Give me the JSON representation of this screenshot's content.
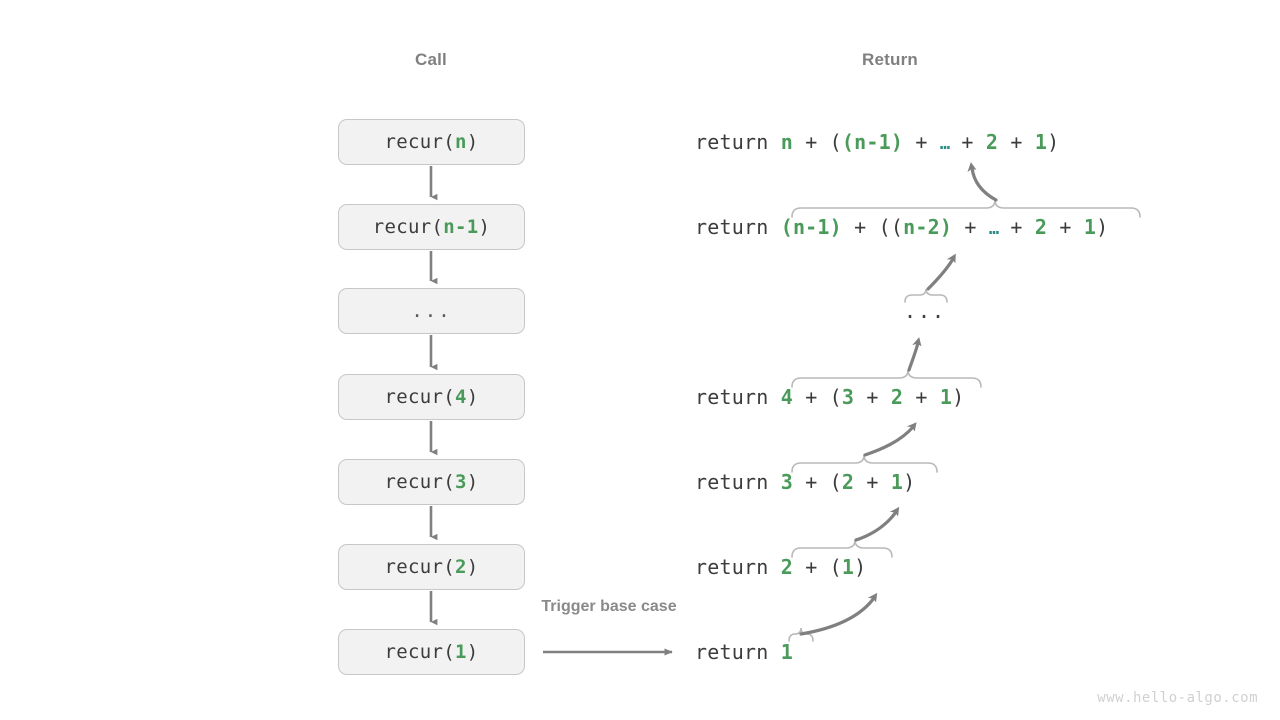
{
  "headers": {
    "call": "Call",
    "return": "Return"
  },
  "colors": {
    "accent_green": "#4a9a5a",
    "accent_teal": "#2a8a85",
    "box_fill": "#f2f2f2",
    "box_border": "#c7c7c7",
    "arrow": "#808080",
    "brace": "#b9b9b9",
    "text": "#3c3c3c",
    "header_text": "#808080",
    "watermark": "#d0d0d0"
  },
  "call_stack": [
    {
      "prefix": "recur(",
      "arg": "n",
      "suffix": ")",
      "is_ellipsis": false
    },
    {
      "prefix": "recur(",
      "arg": "n-1",
      "suffix": ")",
      "is_ellipsis": false
    },
    {
      "prefix": "",
      "arg": "...",
      "suffix": "",
      "is_ellipsis": true
    },
    {
      "prefix": "recur(",
      "arg": "4",
      "suffix": ")",
      "is_ellipsis": false
    },
    {
      "prefix": "recur(",
      "arg": "3",
      "suffix": ")",
      "is_ellipsis": false
    },
    {
      "prefix": "recur(",
      "arg": "2",
      "suffix": ")",
      "is_ellipsis": false
    },
    {
      "prefix": "recur(",
      "arg": "1",
      "suffix": ")",
      "is_ellipsis": false
    }
  ],
  "returns": [
    {
      "keyword": "return",
      "expression": "n + ((n-1) + … + 2 + 1)"
    },
    {
      "keyword": "return",
      "expression": "(n-1) + ((n-2) + … + 2 + 1)"
    },
    {
      "keyword": "",
      "expression": "..."
    },
    {
      "keyword": "return",
      "expression": "4 + (3 + 2 + 1)"
    },
    {
      "keyword": "return",
      "expression": "3 + (2 + 1)"
    },
    {
      "keyword": "return",
      "expression": "2 + (1)"
    },
    {
      "keyword": "return",
      "expression": "1"
    }
  ],
  "annotations": {
    "trigger_base_case": "Trigger base case"
  },
  "watermark": "www.hello-algo.com"
}
